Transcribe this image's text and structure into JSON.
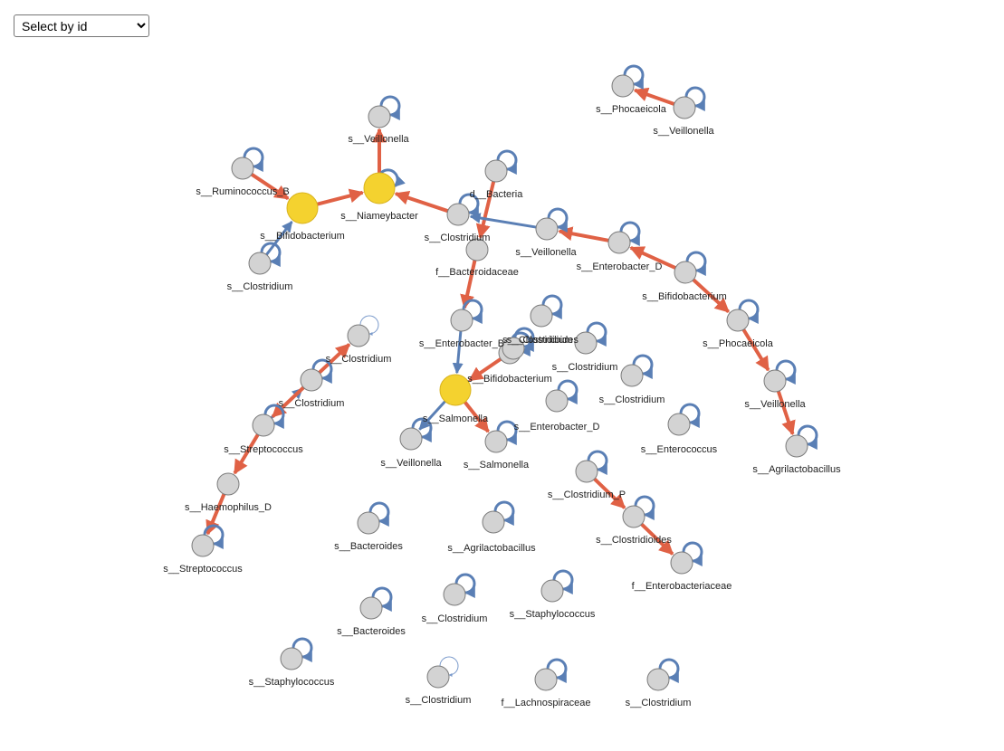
{
  "toolbar": {
    "select_label": "Select by id",
    "select_options": [
      "Select by id"
    ]
  },
  "colors": {
    "positive": "#e06145",
    "negative": "#5a7fb5",
    "node": "#d3d3d3",
    "highlight": "#f4d22f",
    "node_stroke": "#7b7b7b"
  },
  "network": {
    "nodes": [
      {
        "id": "n0",
        "label": "s__Phocaeicola"
      },
      {
        "id": "n1",
        "label": "s__Veillonella"
      },
      {
        "id": "n2",
        "label": "s__Veillonella"
      },
      {
        "id": "n3",
        "label": "s__Ruminococcus_B"
      },
      {
        "id": "n4",
        "label": "s__Niameybacter",
        "highlight": true
      },
      {
        "id": "n5",
        "label": "s__Bifidobacterium",
        "highlight": true
      },
      {
        "id": "n6",
        "label": "d__Bacteria"
      },
      {
        "id": "n7",
        "label": "s__Clostridium"
      },
      {
        "id": "n8",
        "label": "s__Clostridium"
      },
      {
        "id": "n9",
        "label": "f__Bacteroidaceae"
      },
      {
        "id": "n10",
        "label": "s__Veillonella"
      },
      {
        "id": "n11",
        "label": "s__Enterobacter_D"
      },
      {
        "id": "n12",
        "label": "s__Bifidobacterium"
      },
      {
        "id": "n13",
        "label": "s__Phocaeicola"
      },
      {
        "id": "n14",
        "label": "s__Veillonella"
      },
      {
        "id": "n15",
        "label": "s__Agrilactobacillus"
      },
      {
        "id": "n16",
        "label": "s__Enterobacter_B"
      },
      {
        "id": "n17",
        "label": "s__Clostridioides"
      },
      {
        "id": "n18",
        "label": "s__Clostridium"
      },
      {
        "id": "n19",
        "label": "s__Bifidobacterium"
      },
      {
        "id": "n20",
        "label": "s__Clostridium"
      },
      {
        "id": "n21",
        "label": "s__Salmonella",
        "highlight": true
      },
      {
        "id": "n22",
        "label": "s__Enterobacter_D"
      },
      {
        "id": "n23",
        "label": "s__Enterococcus"
      },
      {
        "id": "n24",
        "label": "s__Veillonella"
      },
      {
        "id": "n25",
        "label": "s__Salmonella"
      },
      {
        "id": "n26",
        "label": "s__Clostridium"
      },
      {
        "id": "n27",
        "label": "s__Clostridium"
      },
      {
        "id": "n28",
        "label": "s__Streptococcus"
      },
      {
        "id": "n29",
        "label": "s__Haemophilus_D"
      },
      {
        "id": "n30",
        "label": "s__Streptococcus"
      },
      {
        "id": "n31",
        "label": "s__Clostridium_P"
      },
      {
        "id": "n32",
        "label": "s__Clostridioides"
      },
      {
        "id": "n33",
        "label": "f__Enterobacteriaceae"
      },
      {
        "id": "n34",
        "label": "s__Bacteroides"
      },
      {
        "id": "n35",
        "label": "s__Agrilactobacillus"
      },
      {
        "id": "n36",
        "label": "s__Bacteroides"
      },
      {
        "id": "n37",
        "label": "s__Clostridium"
      },
      {
        "id": "n38",
        "label": "s__Staphylococcus"
      },
      {
        "id": "n39",
        "label": "s__Staphylococcus"
      },
      {
        "id": "n40",
        "label": "s__Clostridium"
      },
      {
        "id": "n41",
        "label": "f__Lachnospiraceae"
      },
      {
        "id": "n42",
        "label": "s__Clostridium"
      },
      {
        "id": "n43",
        "label": "s__Clostridium"
      }
    ],
    "edges": [
      {
        "from": "n2",
        "to": "n0",
        "sign": "positive"
      },
      {
        "from": "n3",
        "to": "n5",
        "sign": "positive"
      },
      {
        "from": "n5",
        "to": "n4",
        "sign": "positive"
      },
      {
        "from": "n4",
        "to": "n1",
        "sign": "positive"
      },
      {
        "from": "n7",
        "to": "n4",
        "sign": "positive"
      },
      {
        "from": "n8",
        "to": "n5",
        "sign": "negative"
      },
      {
        "from": "n6",
        "to": "n9",
        "sign": "positive"
      },
      {
        "from": "n10",
        "to": "n7",
        "sign": "negative"
      },
      {
        "from": "n11",
        "to": "n10",
        "sign": "positive"
      },
      {
        "from": "n12",
        "to": "n11",
        "sign": "positive"
      },
      {
        "from": "n12",
        "to": "n13",
        "sign": "positive"
      },
      {
        "from": "n13",
        "to": "n14",
        "sign": "positive"
      },
      {
        "from": "n14",
        "to": "n15",
        "sign": "positive"
      },
      {
        "from": "n9",
        "to": "n16",
        "sign": "positive"
      },
      {
        "from": "n16",
        "to": "n21",
        "sign": "negative"
      },
      {
        "from": "n21",
        "to": "n24",
        "sign": "negative"
      },
      {
        "from": "n21",
        "to": "n25",
        "sign": "positive"
      },
      {
        "from": "n19",
        "to": "n21",
        "sign": "positive"
      },
      {
        "from": "n27",
        "to": "n26",
        "sign": "positive"
      },
      {
        "from": "n28",
        "to": "n27",
        "sign": "negative"
      },
      {
        "from": "n27",
        "to": "n28",
        "sign": "positive"
      },
      {
        "from": "n28",
        "to": "n29",
        "sign": "positive"
      },
      {
        "from": "n29",
        "to": "n30",
        "sign": "positive"
      },
      {
        "from": "n31",
        "to": "n32",
        "sign": "positive"
      },
      {
        "from": "n32",
        "to": "n33",
        "sign": "positive"
      }
    ],
    "self_loops": [
      {
        "node": "n0",
        "sign": "negative"
      },
      {
        "node": "n1",
        "sign": "negative"
      },
      {
        "node": "n2",
        "sign": "negative"
      },
      {
        "node": "n3",
        "sign": "negative"
      },
      {
        "node": "n4",
        "sign": "negative"
      },
      {
        "node": "n6",
        "sign": "negative"
      },
      {
        "node": "n7",
        "sign": "negative"
      },
      {
        "node": "n8",
        "sign": "negative"
      },
      {
        "node": "n10",
        "sign": "negative"
      },
      {
        "node": "n11",
        "sign": "negative"
      },
      {
        "node": "n12",
        "sign": "negative"
      },
      {
        "node": "n13",
        "sign": "negative"
      },
      {
        "node": "n14",
        "sign": "negative"
      },
      {
        "node": "n15",
        "sign": "negative"
      },
      {
        "node": "n16",
        "sign": "negative"
      },
      {
        "node": "n17",
        "sign": "negative"
      },
      {
        "node": "n18",
        "sign": "negative"
      },
      {
        "node": "n19",
        "sign": "negative"
      },
      {
        "node": "n20",
        "sign": "negative"
      },
      {
        "node": "n22",
        "sign": "negative"
      },
      {
        "node": "n23",
        "sign": "negative"
      },
      {
        "node": "n24",
        "sign": "negative"
      },
      {
        "node": "n25",
        "sign": "negative"
      },
      {
        "node": "n26",
        "sign": "faint"
      },
      {
        "node": "n27",
        "sign": "negative"
      },
      {
        "node": "n28",
        "sign": "negative"
      },
      {
        "node": "n30",
        "sign": "negative"
      },
      {
        "node": "n31",
        "sign": "negative"
      },
      {
        "node": "n32",
        "sign": "negative"
      },
      {
        "node": "n33",
        "sign": "negative"
      },
      {
        "node": "n34",
        "sign": "negative"
      },
      {
        "node": "n35",
        "sign": "negative"
      },
      {
        "node": "n36",
        "sign": "negative"
      },
      {
        "node": "n37",
        "sign": "negative"
      },
      {
        "node": "n38",
        "sign": "negative"
      },
      {
        "node": "n39",
        "sign": "negative"
      },
      {
        "node": "n40",
        "sign": "faint"
      },
      {
        "node": "n41",
        "sign": "negative"
      },
      {
        "node": "n42",
        "sign": "negative"
      },
      {
        "node": "n43",
        "sign": "negative"
      }
    ]
  }
}
